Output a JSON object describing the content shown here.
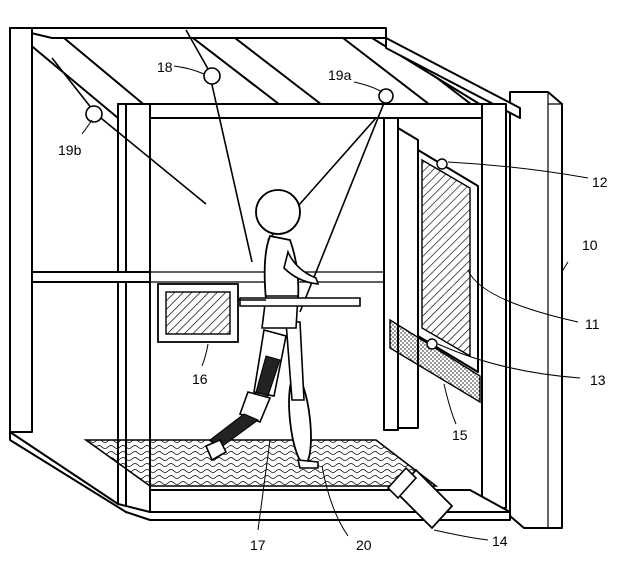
{
  "figure": {
    "labels": {
      "frame": "10",
      "display": "11",
      "upper_sensor": "12",
      "lower_sensor": "13",
      "camera": "14",
      "lower_panel": "15",
      "monitor": "16",
      "leg_device": "17",
      "pulley_top": "18",
      "pulley_right": "19a",
      "pulley_left": "19b",
      "treadmill": "20"
    }
  }
}
